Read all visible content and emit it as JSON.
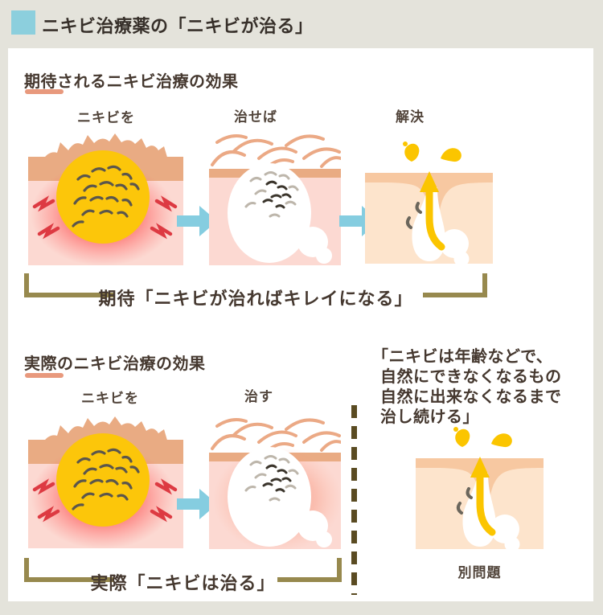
{
  "header": {
    "title": "ニキビ治療薬の「ニキビが治る」"
  },
  "section_expected": {
    "heading": "期待されるニキビ治療の効果",
    "step_labels": [
      "ニキビを",
      "治せば",
      "解決"
    ],
    "bracket_text": "期待「ニキビが治ればキレイになる」"
  },
  "section_actual": {
    "heading": "実際のニキビ治療の効果",
    "step_labels": [
      "ニキビを",
      "治す"
    ],
    "quote_lines": [
      "「ニキビは年齢などで、",
      "自然にできなくなるもの",
      "自然に出来なくなるまで",
      "治し続ける」"
    ],
    "side_label": "別問題",
    "bracket_text": "実際「ニキビは治る」"
  },
  "colors": {
    "background": "#e4e3db",
    "panel": "#ffffff",
    "accent_square": "#8ccfdd",
    "heading_underline": "#e8997d",
    "text": "#45382f",
    "bracket": "#97894e",
    "dashed_divider": "#5a4b22",
    "skin_pink": "#fcd9d2",
    "skin_surface_tan": "#e9ab83",
    "sebum_yellow": "#fcc60a",
    "inflammation_red": "#ff2f2a",
    "arrow_cyan": "#85cde0"
  }
}
